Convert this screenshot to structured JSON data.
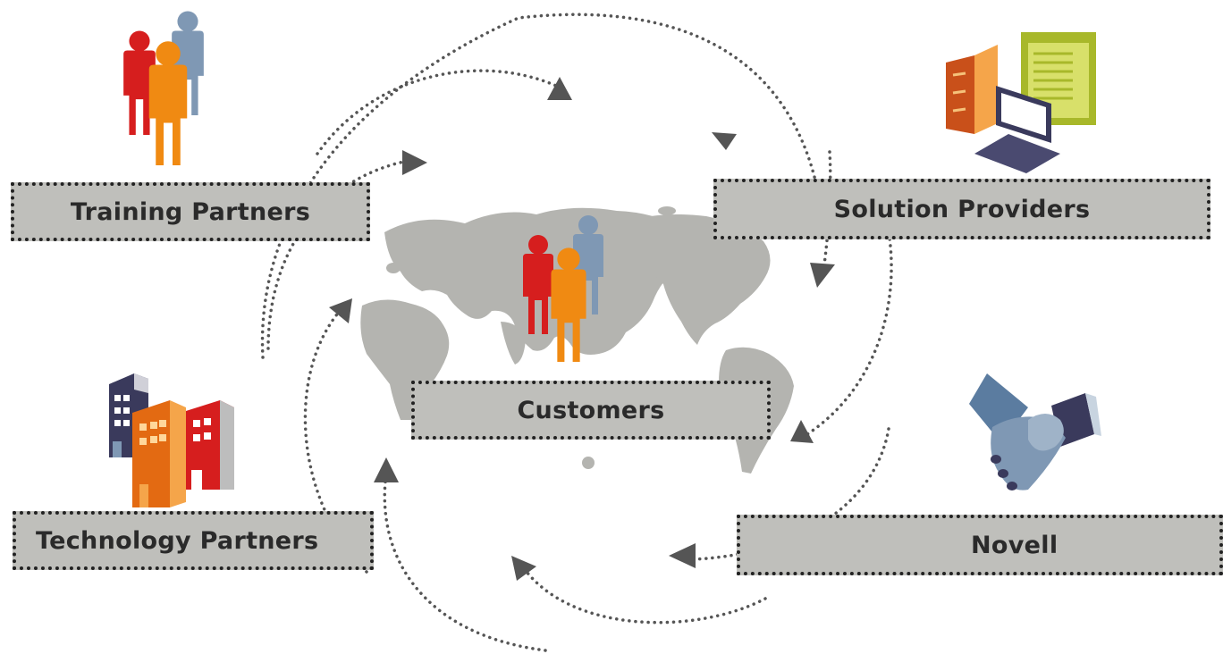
{
  "diagram": {
    "nodes": [
      {
        "id": "training",
        "label": "Training Partners",
        "icon": "people-group-icon"
      },
      {
        "id": "solution",
        "label": "Solution Providers",
        "icon": "computer-devices-icon"
      },
      {
        "id": "customers",
        "label": "Customers",
        "icon": "people-group-icon"
      },
      {
        "id": "technology",
        "label": "Technology Partners",
        "icon": "office-buildings-icon"
      },
      {
        "id": "novell",
        "label": "Novell",
        "icon": "handshake-icon"
      }
    ],
    "background_icon": "world-map-icon",
    "edges": [
      {
        "from": "training",
        "to": "solution"
      },
      {
        "from": "solution",
        "to": "customers"
      },
      {
        "from": "novell",
        "to": "customers"
      },
      {
        "from": "technology",
        "to": "customers"
      }
    ]
  },
  "colors": {
    "box_fill": "#bfbfbb",
    "box_border": "#222222",
    "arrow": "#555555",
    "map": "#b4b4b0",
    "person_red": "#d61e1e",
    "person_orange": "#f08a12",
    "person_blue": "#7f98b4"
  }
}
